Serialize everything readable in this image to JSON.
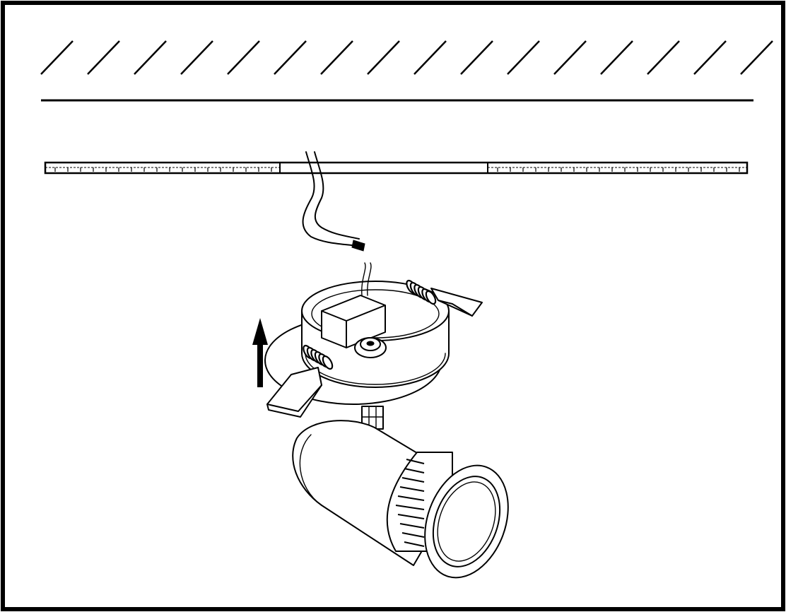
{
  "diagram": {
    "parts": [
      {
        "name": "ceiling-slab",
        "icon": "hatched-ceiling-icon"
      },
      {
        "name": "false-ceiling-panel",
        "icon": "perforated-panel-icon"
      },
      {
        "name": "supply-cable",
        "icon": "cable-icon"
      },
      {
        "name": "mounting-ring",
        "icon": "ring-icon"
      },
      {
        "name": "spring-clips",
        "icon": "spring-clip-icon"
      },
      {
        "name": "terminal-block",
        "icon": "connector-box-icon"
      },
      {
        "name": "spotlight-head",
        "icon": "spotlight-icon"
      },
      {
        "name": "insert-direction",
        "icon": "arrow-up-icon"
      }
    ],
    "colors": {
      "line": "#000000",
      "background": "#ffffff"
    }
  }
}
